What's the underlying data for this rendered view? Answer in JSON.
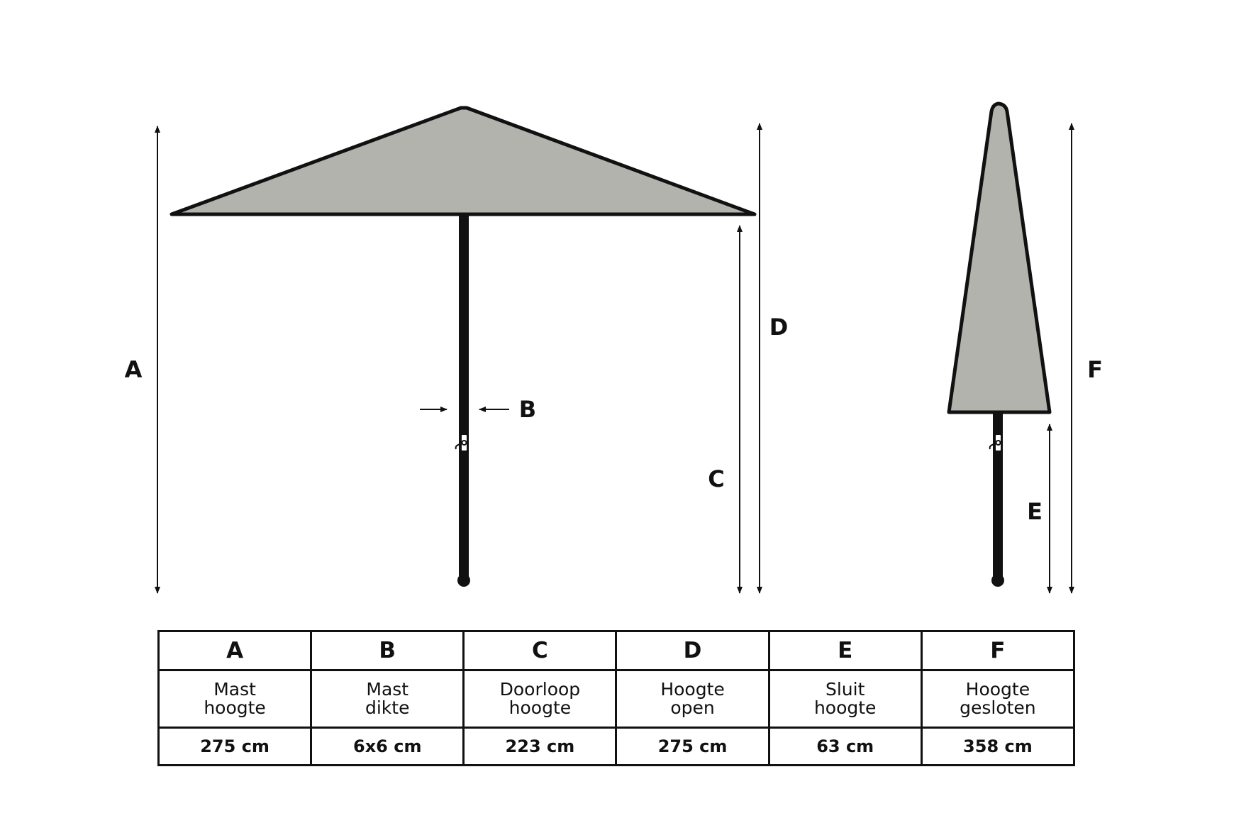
{
  "colors": {
    "canopy_fill": "#b3b3ad",
    "outline": "#111111",
    "pole": "#111111",
    "background": "#ffffff"
  },
  "labels": {
    "A": "A",
    "B": "B",
    "C": "C",
    "D": "D",
    "E": "E",
    "F": "F"
  },
  "table": {
    "columns": [
      {
        "letter": "A",
        "desc_line1": "Mast",
        "desc_line2": "hoogte",
        "value": "275 cm"
      },
      {
        "letter": "B",
        "desc_line1": "Mast",
        "desc_line2": "dikte",
        "value": "6x6 cm"
      },
      {
        "letter": "C",
        "desc_line1": "Doorloop",
        "desc_line2": "hoogte",
        "value": "223 cm"
      },
      {
        "letter": "D",
        "desc_line1": "Hoogte",
        "desc_line2": "open",
        "value": "275 cm"
      },
      {
        "letter": "E",
        "desc_line1": "Sluit",
        "desc_line2": "hoogte",
        "value": "63 cm"
      },
      {
        "letter": "F",
        "desc_line1": "Hoogte",
        "desc_line2": "gesloten",
        "value": "358 cm"
      }
    ]
  }
}
